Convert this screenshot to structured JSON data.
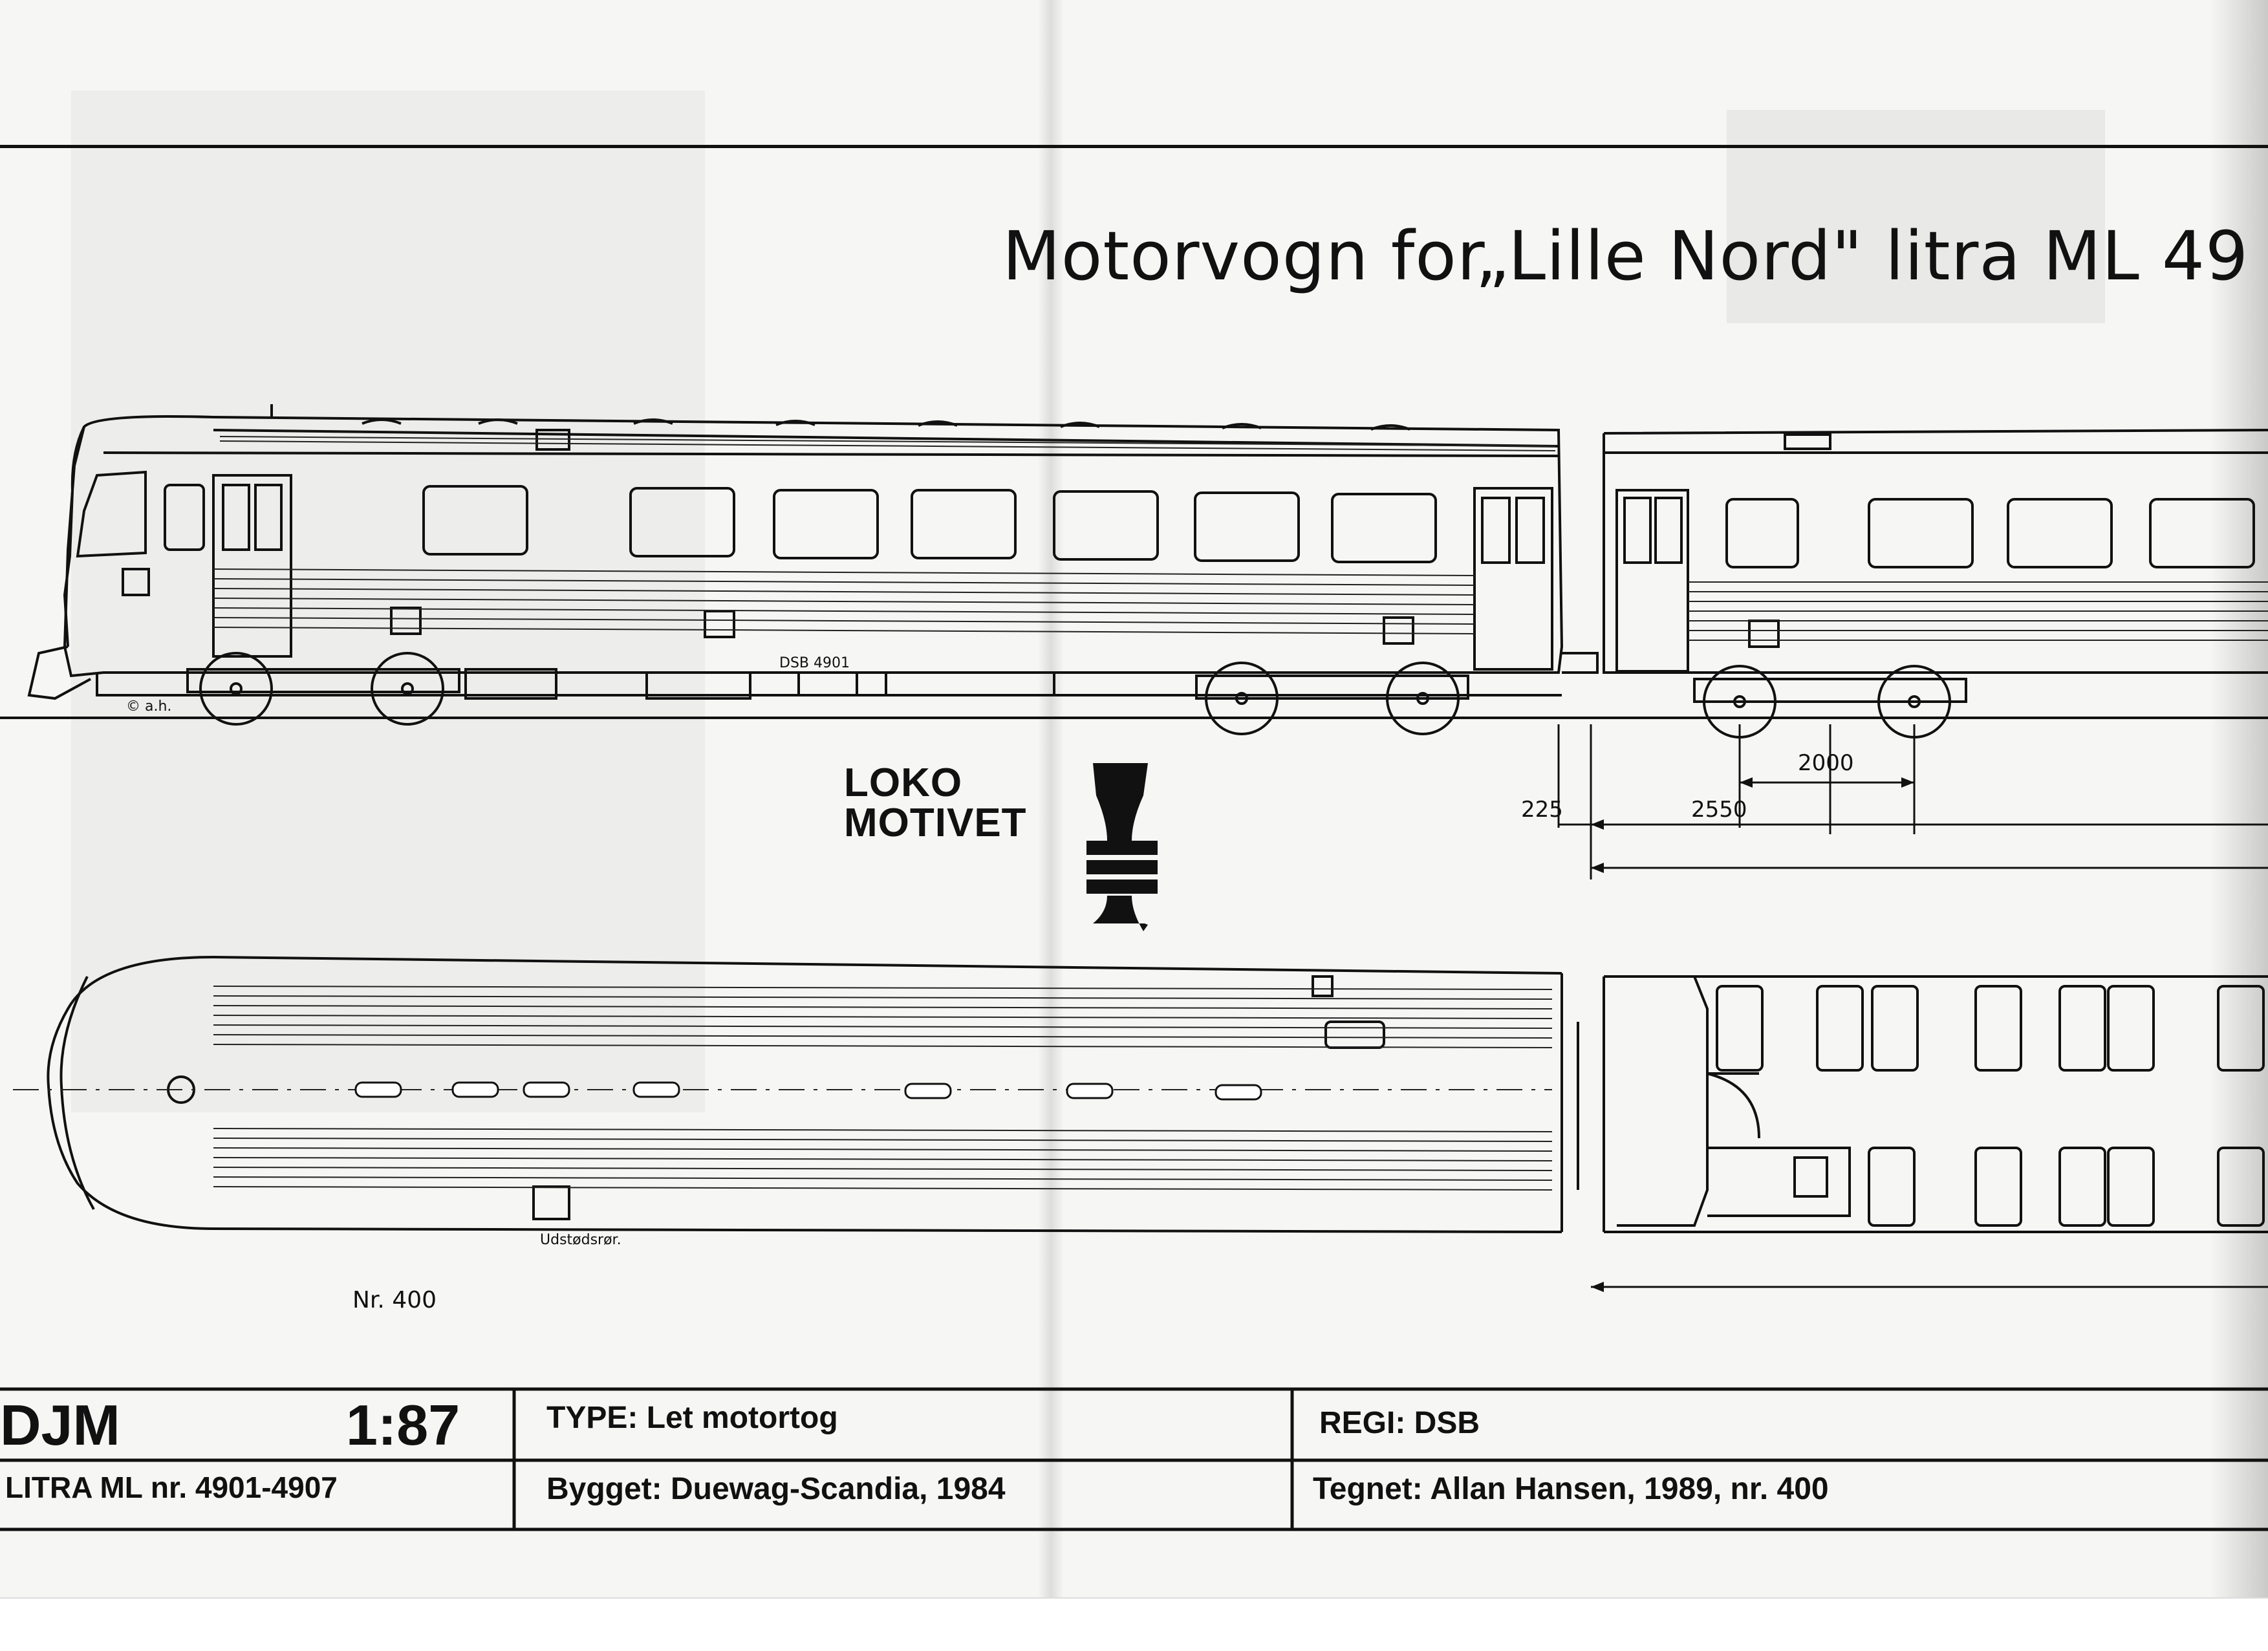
{
  "title": "Motorvogn  for„Lille Nord\" litra ML 49",
  "side_view": {
    "car_number_marking": "DSB 4901",
    "artist_mark": "© a.h."
  },
  "dimensions": {
    "bogie_spacing": "2000",
    "axle_distance": "2550",
    "overhang": "225"
  },
  "top_view": {
    "annotation": "Udstødsrør.",
    "drawing_number": "Nr. 400"
  },
  "logo": {
    "line1": "LOKO",
    "line2": "MOTIVET"
  },
  "title_block": {
    "publisher": "DJM",
    "scale": "1:87",
    "litra": "LITRA ML nr. 4901-4907",
    "type": "TYPE: Let motortog",
    "built": "Bygget: Duewag-Scandia, 1984",
    "regi": "REGI: DSB",
    "drawn": "Tegnet: Allan Hansen, 1989, nr. 400"
  }
}
